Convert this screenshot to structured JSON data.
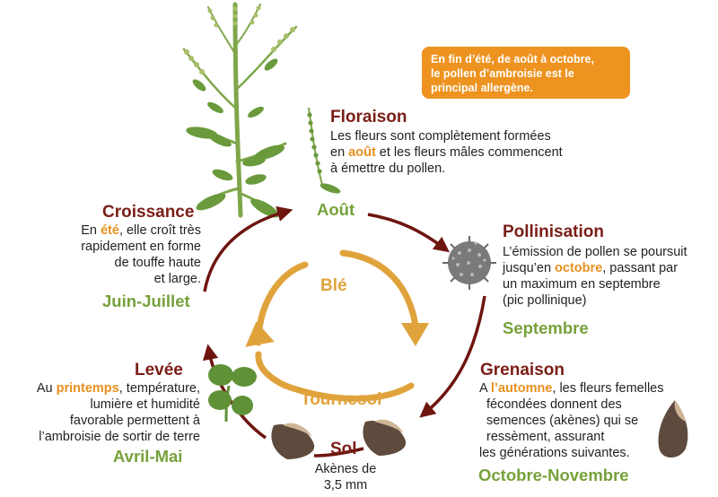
{
  "callout": {
    "line1": "En fin d’été, de août à octobre,",
    "line2": "le pollen d’ambroisie est le",
    "line3": "principal allergène."
  },
  "floraison": {
    "title": "Floraison",
    "l1": "Les fleurs sont complètement formées",
    "l2a": "en ",
    "l2hl": "août",
    "l2b": " et les fleurs mâles commencent",
    "l3": "à émettre du pollen.",
    "period": "Août"
  },
  "pollinisation": {
    "title": "Pollinisation",
    "l1": "L’émission de pollen se poursuit",
    "l2a": "jusqu’en ",
    "l2hl": "octobre",
    "l2b": ", passant par",
    "l3": "un maximum en septembre",
    "l4": "(pic pollinique)",
    "period": "Septembre"
  },
  "grenaison": {
    "title": "Grenaison",
    "l1a": "A ",
    "l1hl": "l’automne",
    "l1b": ", les fleurs femelles",
    "l2": "fécondées donnent des",
    "l3": "semences (akènes) qui se",
    "l4": "ressèment, assurant",
    "l5": "les générations suivantes.",
    "period": "Octobre-Novembre"
  },
  "sol": {
    "title": "Sol",
    "l1": "Akènes de",
    "l2": "3,5 mm"
  },
  "levee": {
    "title": "Levée",
    "l1a": "Au ",
    "l1hl": "printemps",
    "l1b": ", température,",
    "l2": "lumière et humidité",
    "l3": "favorable permettent à",
    "l4": "l’ambroisie de sortir de terre",
    "period": "Avril-Mai"
  },
  "croissance": {
    "title": "Croissance",
    "l1a": "En ",
    "l1hl": "été",
    "l1b": ", elle croît très",
    "l2": "rapidement en forme",
    "l3": "de touffe haute",
    "l4": "et large.",
    "period": "Juin-Juillet"
  },
  "inner_cycle": {
    "ble": "Blé",
    "tournesol": "Tournesol"
  },
  "colors": {
    "title": "#7a1e17",
    "period": "#76a13a",
    "highlight": "#e8901d",
    "outer_arrow": "#6e1510",
    "inner_arrow": "#e0a33c",
    "callout_bg": "#ee9320"
  },
  "icons": [
    "ragweed-plant-illustration",
    "flower-spike-illustration",
    "pollen-grain-icon",
    "seedling-icon",
    "seed-icon"
  ]
}
